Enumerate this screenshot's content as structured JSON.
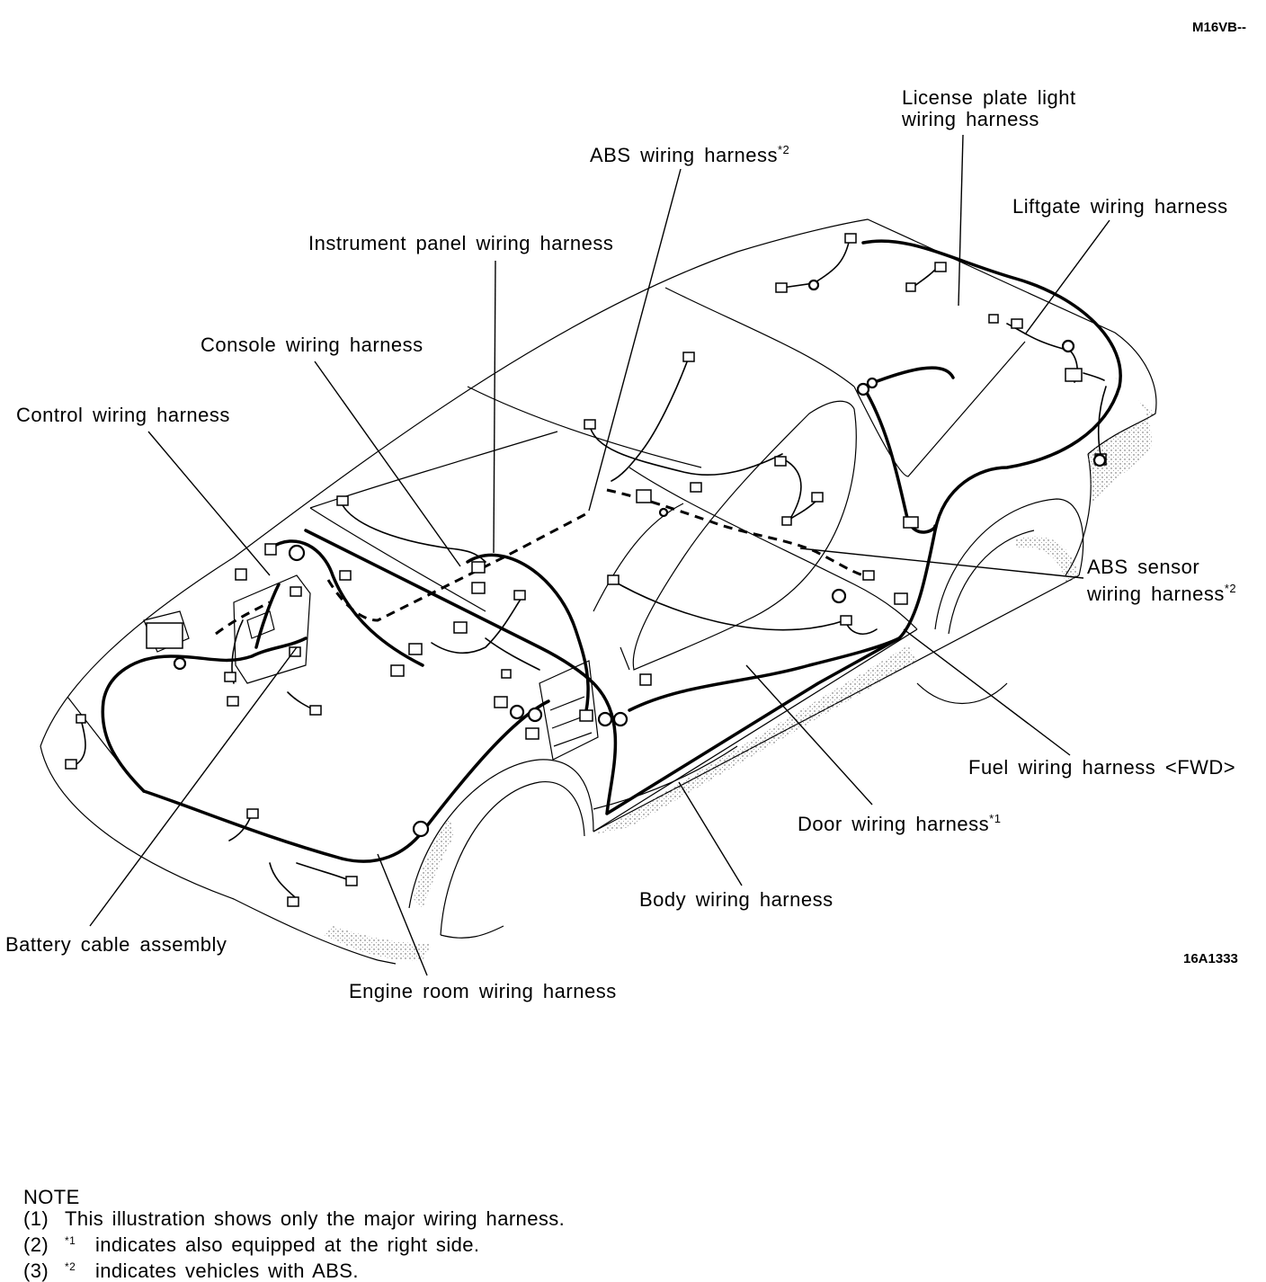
{
  "codes": {
    "header": "M16VB--",
    "figure": "16A1333"
  },
  "labels": {
    "license_plate": [
      "License plate light",
      "wiring harness"
    ],
    "abs": "ABS wiring harness",
    "abs_mark": "*2",
    "liftgate": "Liftgate wiring harness",
    "instrument_panel": "Instrument panel wiring harness",
    "console": "Console wiring harness",
    "control": "Control wiring harness",
    "abs_sensor": [
      "ABS sensor",
      "wiring harness"
    ],
    "abs_sensor_mark": "*2",
    "fuel": "Fuel wiring harness <FWD>",
    "door": "Door wiring harness",
    "door_mark": "*1",
    "body": "Body wiring harness",
    "battery": "Battery cable assembly",
    "engine_room": "Engine room wiring harness"
  },
  "note": {
    "title": "NOTE",
    "items": [
      {
        "num": "(1)",
        "mark": "",
        "text": "This illustration shows only the major wiring harness."
      },
      {
        "num": "(2)",
        "mark": "*1",
        "text": "indicates also equipped at the right side."
      },
      {
        "num": "(3)",
        "mark": "*2",
        "text": "indicates vehicles with ABS."
      }
    ]
  }
}
